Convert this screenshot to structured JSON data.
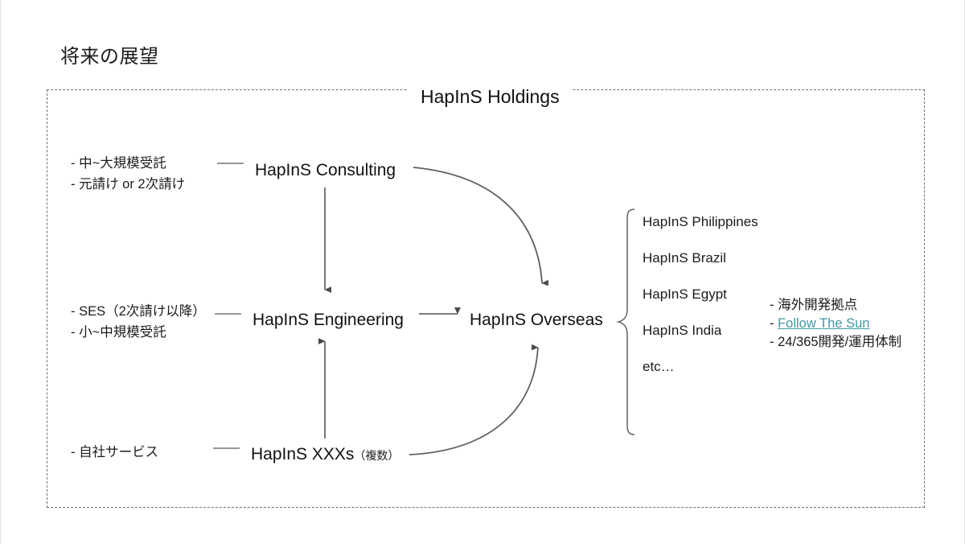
{
  "slide": {
    "title": "将来の展望",
    "holdings_label": "HapInS Holdings"
  },
  "left_groups": [
    {
      "id": "consulting-desc",
      "lines": [
        "- 中~大規模受託",
        "- 元請け or 2次請け"
      ]
    },
    {
      "id": "engineering-desc",
      "lines": [
        "- SES（2次請け以降）",
        "- 小~中規模受託"
      ]
    },
    {
      "id": "xxxs-desc",
      "lines": [
        "- 自社サービス"
      ]
    }
  ],
  "nodes": {
    "consulting": "HapInS Consulting",
    "engineering": "HapInS Engineering",
    "overseas": "HapInS Overseas",
    "xxxs": "HapInS XXXs",
    "xxxs_suffix": "（複数）"
  },
  "overseas_entities": [
    "HapInS Philippines",
    "HapInS Brazil",
    "HapInS Egypt",
    "HapInS India",
    "etc…"
  ],
  "notes": {
    "line1": "- 海外開発拠点",
    "line2_prefix": "- ",
    "line2_link": "Follow The Sun",
    "line3": "- 24/365開発/運用体制"
  },
  "colors": {
    "text": "#1b1b1b",
    "link": "#4396a6",
    "connector": "#5a5a5a",
    "dashed_border": "#6e6e6e",
    "page_background": "#f0f0f0",
    "canvas": "#ffffff"
  }
}
